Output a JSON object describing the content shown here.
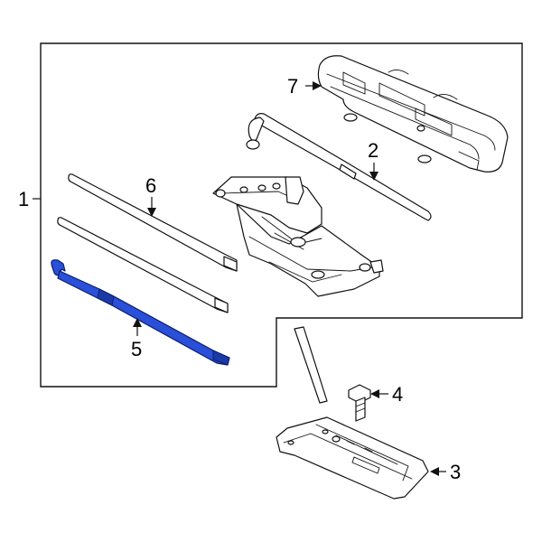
{
  "callouts": {
    "c1": "1",
    "c2": "2",
    "c3": "3",
    "c4": "4",
    "c5": "5",
    "c6": "6",
    "c7": "7"
  },
  "highlight_color": "#2a4fd8",
  "highlighted_part": "5"
}
